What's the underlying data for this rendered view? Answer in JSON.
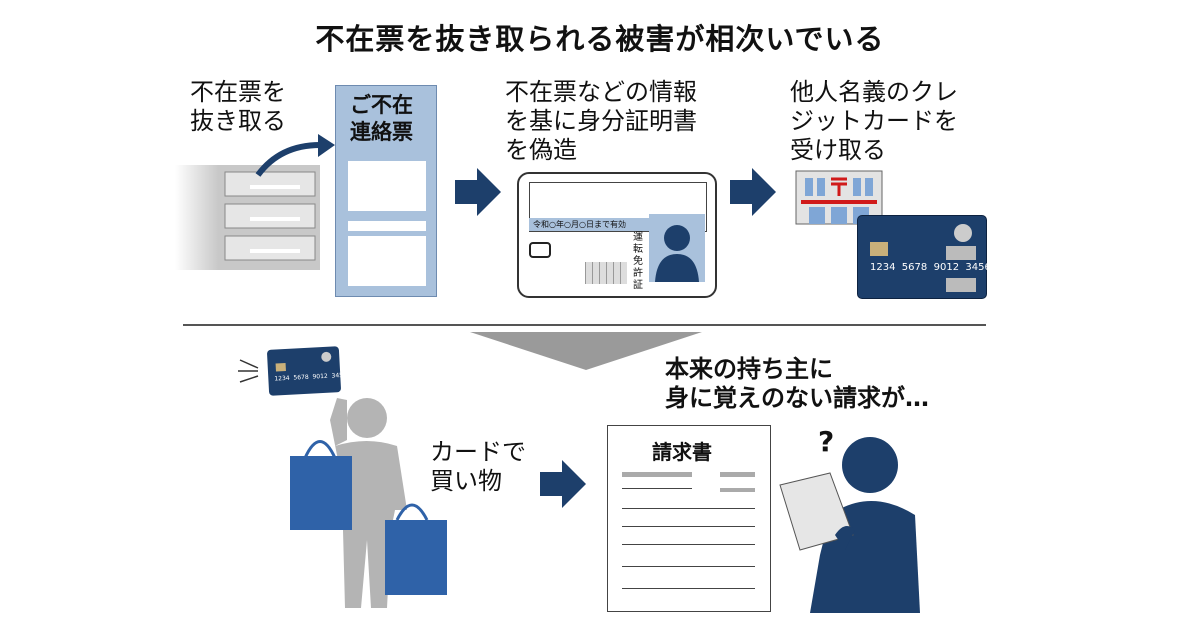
{
  "title": "不在票を抜き取られる被害が相次いでいる",
  "steps": [
    {
      "caption": "不在票を\n抜き取る"
    },
    {
      "caption": "不在票などの情報\nを基に身分証明書\nを偽造"
    },
    {
      "caption": "他人名義のクレ\nジットカードを\n受け取る"
    }
  ],
  "notice_slip": {
    "title": "ご不在\n連絡票"
  },
  "license": {
    "validity": "令和○年○月○日まで有効",
    "type": "運\n転\n免\n許\n証"
  },
  "credit_card": {
    "number": "1234  5678  9012  3456"
  },
  "shopping": {
    "caption": "カードで\n買い物"
  },
  "bill": {
    "title": "請求書"
  },
  "victim": {
    "caption": "本来の持ち主に\n身に覚えのない請求が…",
    "mark": "?"
  },
  "colors": {
    "navy": "#1d3f6b",
    "slip_blue": "#a9c1dc",
    "bag_blue": "#2f62a8",
    "gray": "#b4b4b4",
    "post_red": "#d01a1a"
  }
}
